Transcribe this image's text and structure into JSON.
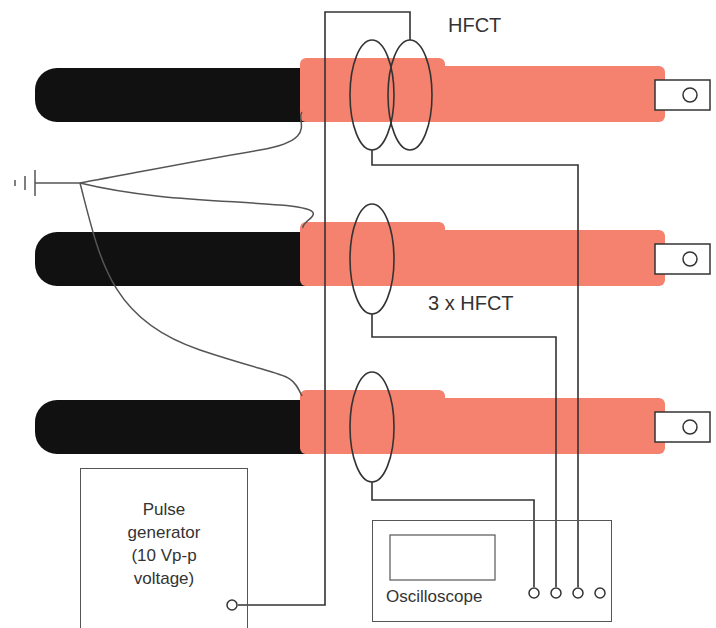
{
  "diagram": {
    "nodes": [
      {
        "text": [
          "Pulse generator (10 Vp-p voltage)"
        ]
      },
      {
        "text": [
          "Oscilloscope"
        ]
      }
    ],
    "labels": [
      "HFCT",
      "3 x HFCT"
    ]
  }
}
